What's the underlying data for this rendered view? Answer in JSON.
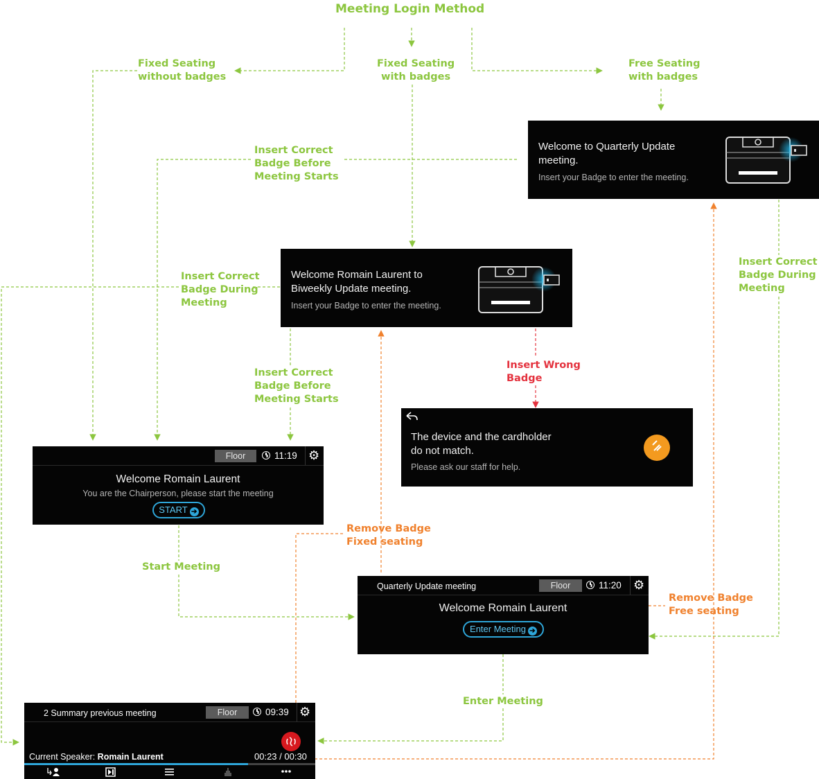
{
  "diagram": {
    "title": "Meeting Login Method",
    "branches": {
      "fixed_without": "Fixed Seating\nwithout badges",
      "fixed_with": "Fixed Seating\nwith badges",
      "free_with": "Free Seating\nwith badges"
    },
    "edge_labels": {
      "insert_before_top": "Insert Correct\nBadge Before\nMeeting Starts",
      "insert_during_left": "Insert Correct\nBadge During\nMeeting",
      "insert_during_right": "Insert Correct\nBadge During\nMeeting",
      "insert_before_mid": "Insert Correct\nBadge Before\nMeeting Starts",
      "insert_wrong": "Insert Wrong\nBadge",
      "remove_fixed": "Remove Badge\nFixed seating",
      "remove_free": "Remove Badge\nFree seating",
      "start_meeting": "Start Meeting",
      "enter_meeting": "Enter Meeting"
    },
    "colors": {
      "green": "#8cc63f",
      "orange": "#f0812d",
      "red": "#e4323e",
      "panel": "#050505",
      "accent_blue": "#2ea6d9"
    }
  },
  "screens": {
    "quarterly_badge": {
      "title": "Welcome to Quarterly Update\nmeeting.",
      "subtitle": "Insert your Badge to enter the meeting."
    },
    "biweekly_badge": {
      "title": "Welcome Romain Laurent to\nBiweekly Update meeting.",
      "subtitle": "Insert your Badge to enter the meeting."
    },
    "wrong_badge": {
      "back_icon": "back-arrow-icon",
      "title": "The device and the cardholder\ndo not match.",
      "subtitle": "Please ask our staff for help.",
      "status_icon": "mismatch-icon"
    },
    "chairperson": {
      "floor": "Floor",
      "time": "11:19",
      "welcome": "Welcome Romain Laurent",
      "message": "You are the Chairperson, please start the meeting",
      "start_label": "START"
    },
    "enter_meeting": {
      "meeting_name": "Quarterly Update meeting",
      "floor": "Floor",
      "time": "11:20",
      "welcome": "Welcome Romain Laurent",
      "enter_label": "Enter Meeting"
    },
    "in_meeting": {
      "agenda_item": "2 Summary previous meeting",
      "floor": "Floor",
      "time": "09:39",
      "speaker_label": "Current Speaker: ",
      "speaker_name": "Romain Laurent",
      "speaking_time": "00:23 / 00:30",
      "speaking_progress": 0.77,
      "nav_icons": [
        "request-speak-icon",
        "next-agenda-icon",
        "agenda-list-icon",
        "vote-icon",
        "more-icon"
      ]
    }
  }
}
